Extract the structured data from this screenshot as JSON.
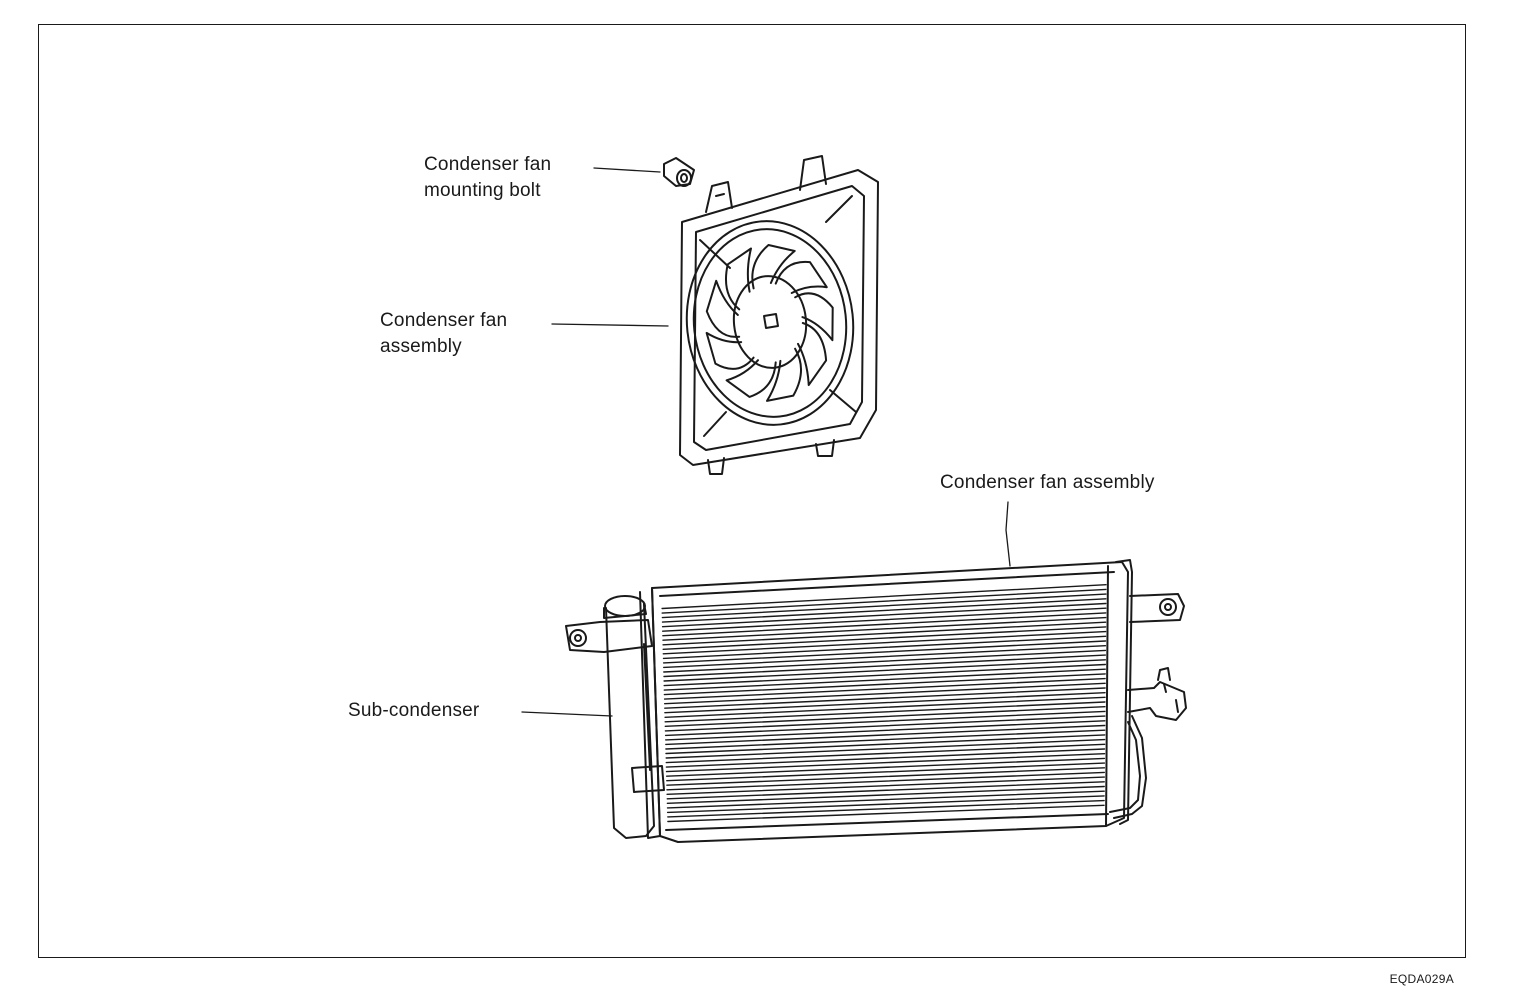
{
  "labels": {
    "mounting_bolt": [
      "Condenser fan",
      "mounting bolt"
    ],
    "fan_assembly": [
      "Condenser fan",
      "assembly"
    ],
    "condenser_assembly": "Condenser fan assembly",
    "sub_condenser": "Sub-condenser"
  },
  "figure_code": "EQDA029A",
  "components": {
    "fan_blade_count": 9,
    "condenser_tube_count": 48
  },
  "colors": {
    "ink": "#1a1a1a",
    "paper": "#ffffff"
  }
}
